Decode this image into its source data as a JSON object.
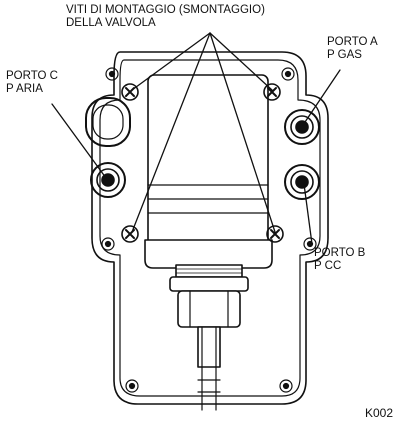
{
  "labels": {
    "screws_line1": "VITI DI MONTAGGIO (SMONTAGGIO)",
    "screws_line2": "DELLA VALVOLA",
    "port_a_line1": "PORTO A",
    "port_a_line2": "P GAS",
    "port_c_line1": "PORTO C",
    "port_c_line2": "P ARIA",
    "port_b_line1": "PORTO B",
    "port_b_line2": "P CC",
    "figure_code": "K002"
  },
  "colors": {
    "line": "#111111",
    "fill": "#ffffff",
    "shade": "#d9d9d9"
  }
}
